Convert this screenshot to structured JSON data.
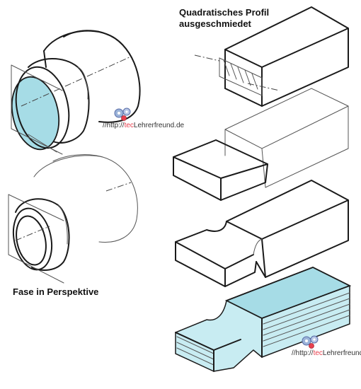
{
  "labels": {
    "top_line1": "Quadratisches Profil",
    "top_line2": "ausgeschmiedet",
    "fase": "Fase in Perspektive"
  },
  "watermark": {
    "prefix": "//http://",
    "accent": "tec",
    "suffix": "Lehrerfreund.de"
  },
  "colors": {
    "accent_fill": "#a6dce6",
    "watermark_accent": "#e8404f"
  }
}
